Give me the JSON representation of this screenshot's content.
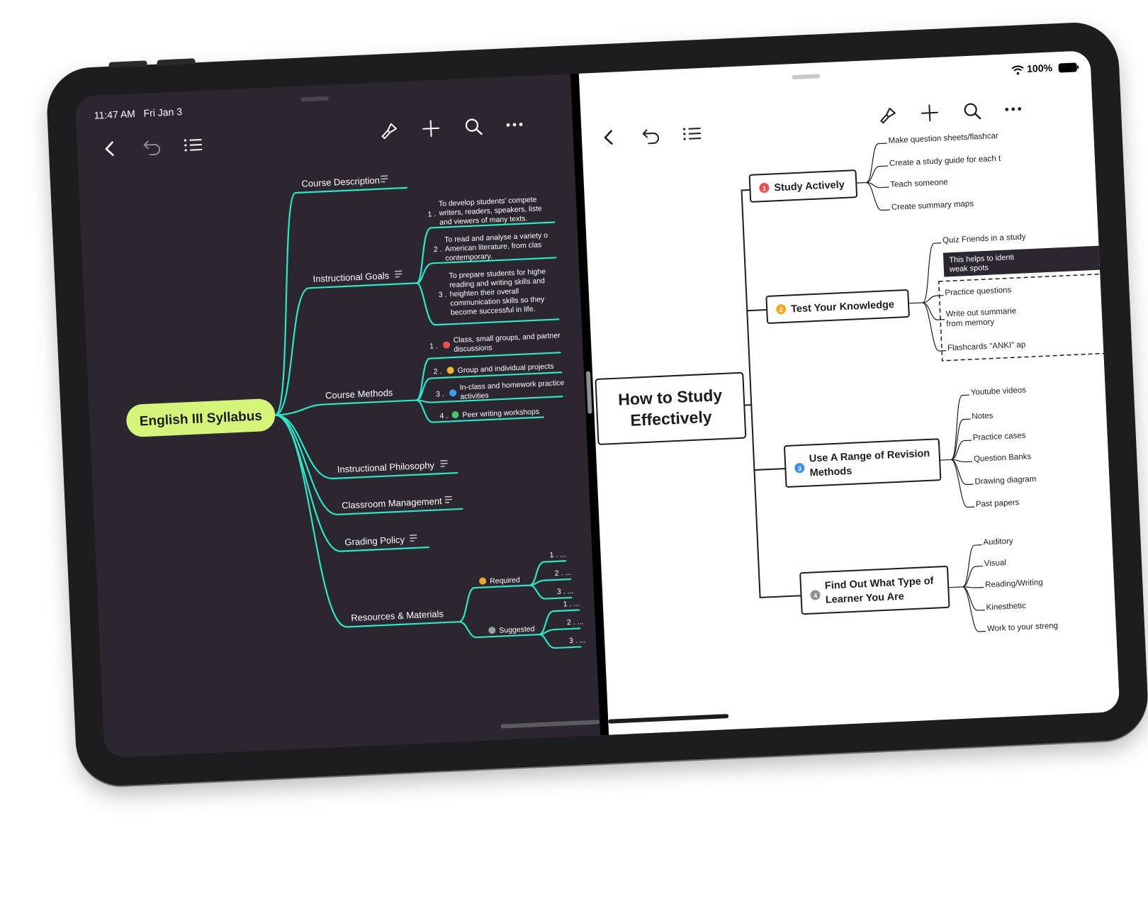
{
  "status": {
    "time": "11:47 AM",
    "date": "Fri Jan 3",
    "battery": "100%"
  },
  "left_map": {
    "root": "English III Syllabus",
    "course_description": "Course Description",
    "instructional_goals": {
      "label": "Instructional Goals",
      "items": [
        {
          "num": "1 .",
          "lines": [
            "To develop students' compete",
            "writers, readers, speakers, liste",
            "and viewers of many texts."
          ]
        },
        {
          "num": "2 .",
          "lines": [
            "To read and analyse a variety o",
            "American literature, from clas",
            "contemporary."
          ]
        },
        {
          "num": "3 .",
          "lines": [
            "To prepare students for highe",
            "reading and writing skills and",
            "heighten their overall",
            "communication skills so they",
            "become successful in life."
          ]
        }
      ]
    },
    "course_methods": {
      "label": "Course Methods",
      "items": [
        {
          "num": "1 .",
          "lines": [
            "Class, small groups, and partner",
            "discussions"
          ],
          "color": "#f04e4e"
        },
        {
          "num": "2 .",
          "lines": [
            "Group and individual projects"
          ],
          "color": "#f5b72c"
        },
        {
          "num": "3 .",
          "lines": [
            "In-class and homework practice",
            "activities"
          ],
          "color": "#3d9ef5"
        },
        {
          "num": "4 .",
          "lines": [
            "Peer writing workshops"
          ],
          "color": "#4cc36e"
        }
      ]
    },
    "instructional_philosophy": "Instructional Philosophy",
    "classroom_management": "Classroom Management",
    "grading_policy": "Grading Policy",
    "resources": {
      "label": "Resources & Materials",
      "required": {
        "label": "Required",
        "items": [
          "1 . ...",
          "2 . ...",
          "3 . ..."
        ]
      },
      "suggested": {
        "label": "Suggested",
        "items": [
          "1 . ...",
          "2 . ...",
          "3 . ..."
        ]
      }
    }
  },
  "right_map": {
    "root_lines": [
      "How to Study",
      "Effectively"
    ],
    "study_actively": {
      "badge": "1",
      "label": "Study Actively",
      "children": [
        "Make question sheets/flashcar",
        "Create a study guide for each t",
        "Teach someone",
        "Create summary maps"
      ]
    },
    "test_knowledge": {
      "badge": "2",
      "label": "Test Your Knowledge",
      "quiz": "Quiz Friends in a study",
      "callout": [
        "This helps to identi",
        "weak spots"
      ],
      "children": [
        "Practice questions",
        "Write out summarie",
        "from memory",
        "Flashcards  \"ANKI\" ap"
      ]
    },
    "revision": {
      "badge": "3",
      "label_lines": [
        "Use A Range of Revision",
        "Methods"
      ],
      "children": [
        "Youtube videos",
        "Notes",
        "Practice cases",
        "Question Banks",
        "Drawing diagram",
        "Past papers"
      ]
    },
    "learner": {
      "badge": "4",
      "label_lines": [
        "Find Out What Type of",
        "Learner You Are"
      ],
      "children": [
        "Auditory",
        "Visual",
        "Reading/Writing",
        "Kinesthetic",
        "Work to your streng"
      ]
    }
  },
  "icons": [
    "back-icon",
    "undo-icon",
    "outline-icon",
    "format-brush-icon",
    "add-icon",
    "search-icon",
    "more-icon",
    "wifi-icon",
    "battery-icon",
    "note-icon"
  ],
  "colors": {
    "accent_teal": "#2ee6c8",
    "root_green": "#d5f57a",
    "dark_bg": "#2b2630",
    "badge_red": "#f04e4e",
    "badge_orange": "#f5a623",
    "badge_blue": "#3d8ef5",
    "badge_gray": "#8e8e93"
  }
}
